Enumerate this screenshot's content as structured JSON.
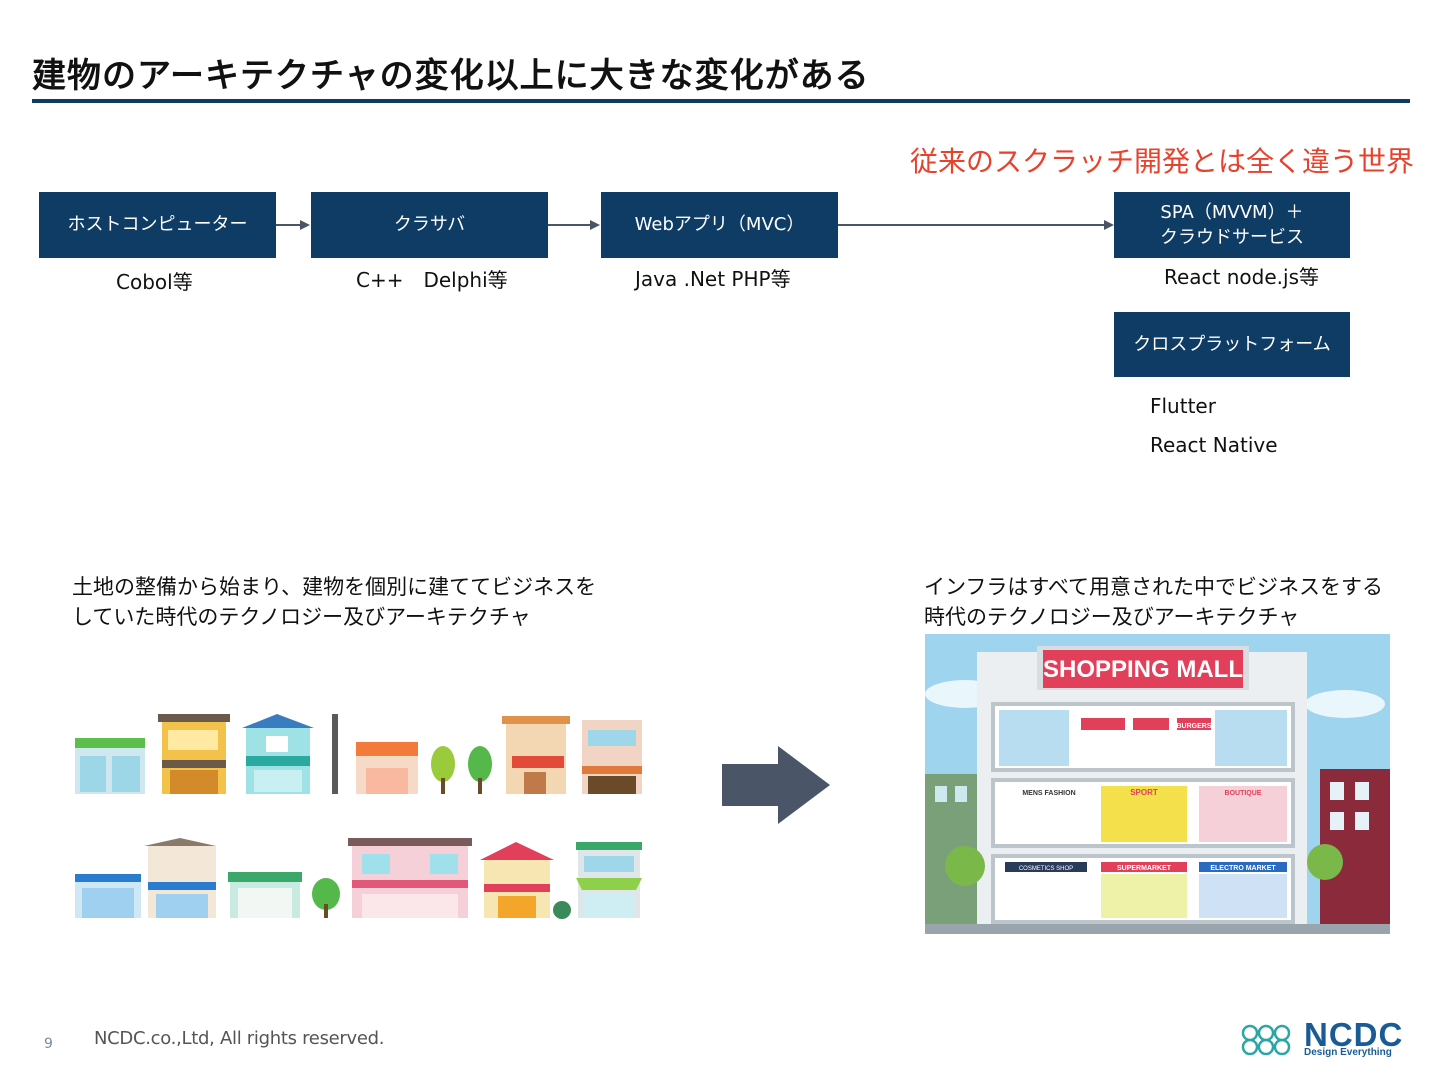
{
  "slide": {
    "title": "建物のアーキテクチャの変化以上に大きな変化がある",
    "subtitle": "従来のスクラッチ開発とは全く違う世界",
    "page_number": "9",
    "copyright": "NCDC.co.,Ltd, All rights reserved."
  },
  "flow": {
    "stages": [
      {
        "label": "ホストコンピューター",
        "tech": "Cobol等"
      },
      {
        "label": "クラサバ",
        "tech": "C++　Delphi等"
      },
      {
        "label": "Webアプリ（MVC）",
        "tech": "Java .Net PHP等"
      },
      {
        "label": "SPA（MVVM）＋\nクラウドサービス",
        "tech": "React node.js等"
      }
    ],
    "cross_platform": {
      "label": "クロスプラットフォーム",
      "items": [
        "Flutter",
        "React Native"
      ]
    }
  },
  "captions": {
    "left": "土地の整備から始まり、建物を個別に建ててビジネスを\nしていた時代のテクノロジー及びアーキテクチャ",
    "right": "インフラはすべて用意された中でビジネスをする\n時代のテクノロジー及びアーキテクチャ"
  },
  "mall_sign": "SHOPPING MALL",
  "mall_shop_signs": [
    "MENS FASHION",
    "SPORT",
    "BOUTIQUE",
    "COSMETICS SHOP",
    "SUPERMARKET",
    "ELECTRO MARKET",
    "BURGERS"
  ],
  "logo": {
    "name": "NCDC",
    "tagline": "Design Everything"
  },
  "colors": {
    "navy": "#0e3c64",
    "accent_red": "#e8412c",
    "arrow_gray": "#4a5568"
  }
}
